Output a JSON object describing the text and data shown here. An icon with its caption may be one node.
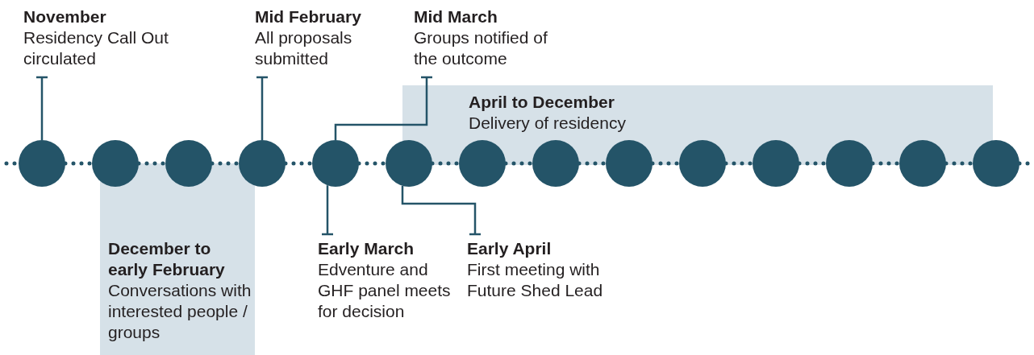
{
  "diagram": {
    "nodes": [
      {
        "text": [
          "November",
          "Residency Call Out circulated"
        ]
      },
      {
        "text": [
          "Mid February",
          "All proposals submitted"
        ]
      },
      {
        "text": [
          "Mid March",
          "Groups notified of the outcome"
        ]
      },
      {
        "text": [
          "April to December",
          "Delivery of residency"
        ]
      },
      {
        "text": [
          "December to early February",
          "Conversations with interested people / groups"
        ]
      },
      {
        "text": [
          "Early March",
          "Edventure and GHF panel meets for decision"
        ]
      },
      {
        "text": [
          "Early April",
          "First meeting with Future Shed Lead"
        ]
      },
      {
        "text": [],
        "shape": "circle"
      },
      {
        "text": [],
        "shape": "circle"
      },
      {
        "text": [],
        "shape": "circle"
      },
      {
        "text": [],
        "shape": "circle"
      },
      {
        "text": [],
        "shape": "circle"
      },
      {
        "text": [],
        "shape": "circle"
      },
      {
        "text": [],
        "shape": "circle"
      },
      {
        "text": [],
        "shape": "circle"
      },
      {
        "text": [],
        "shape": "circle"
      },
      {
        "text": [],
        "shape": "circle"
      },
      {
        "text": [],
        "shape": "circle"
      },
      {
        "text": [],
        "shape": "circle"
      },
      {
        "text": [],
        "shape": "circle"
      },
      {
        "text": [],
        "shape": "circle"
      }
    ],
    "edges": [
      {
        "from": null,
        "to": 7,
        "arrow": "none",
        "style": "dashed"
      },
      {
        "from": 7,
        "to": 8,
        "arrow": "none",
        "style": "dashed"
      },
      {
        "from": 8,
        "to": 9,
        "arrow": "none",
        "style": "dashed"
      },
      {
        "from": 9,
        "to": 10,
        "arrow": "none",
        "style": "dashed"
      },
      {
        "from": 10,
        "to": 11,
        "arrow": "none",
        "style": "dashed"
      },
      {
        "from": 11,
        "to": 12,
        "arrow": "none",
        "style": "dashed"
      },
      {
        "from": 12,
        "to": 13,
        "arrow": "none",
        "style": "dashed"
      },
      {
        "from": 13,
        "to": 14,
        "arrow": "none",
        "style": "dashed"
      },
      {
        "from": 14,
        "to": 15,
        "arrow": "none",
        "style": "dashed"
      },
      {
        "from": 15,
        "to": 16,
        "arrow": "none",
        "style": "dashed"
      },
      {
        "from": 16,
        "to": 17,
        "arrow": "none",
        "style": "dashed"
      },
      {
        "from": 17,
        "to": 18,
        "arrow": "none",
        "style": "dashed"
      },
      {
        "from": 18,
        "to": 19,
        "arrow": "none",
        "style": "dashed"
      },
      {
        "from": 19,
        "to": 20,
        "arrow": "none",
        "style": "dashed"
      },
      {
        "from": 20,
        "to": null,
        "arrow": "none",
        "style": "dashed"
      },
      {
        "from": 0,
        "to": 7,
        "arrow": "other"
      },
      {
        "from": 1,
        "to": 10,
        "arrow": "other"
      },
      {
        "from": 2,
        "to": 11,
        "arrow": "other"
      },
      {
        "from": 5,
        "to": 11,
        "arrow": "other"
      },
      {
        "from": 6,
        "to": 12,
        "arrow": "other"
      }
    ]
  }
}
